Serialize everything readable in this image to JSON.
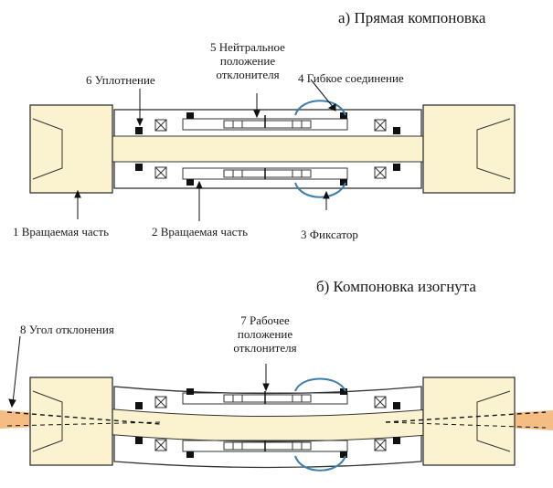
{
  "titles": {
    "straight": "а) Прямая компоновка",
    "bent": "б) Компоновка изогнута"
  },
  "labels": {
    "l1": "1  Вращаемая часть",
    "l2": "2  Вращаемая часть",
    "l3": "3  Фиксатор",
    "l4": "4  Гибкое соединение",
    "l5_line1": "5  Нейтральное",
    "l5_line2": "положение",
    "l5_line3": "отклонителя",
    "l6": "6  Уплотнение",
    "l7_line1": "7  Рабочее",
    "l7_line2": "положение",
    "l7_line3": "отклонителя",
    "l8": "8  Угол отклонения"
  },
  "colors": {
    "body_fill": "#fbf3cf",
    "outline": "#333333",
    "flex_link": "#3a7fb0",
    "angle_fan": "#f2a55a",
    "seal": "#111111"
  }
}
